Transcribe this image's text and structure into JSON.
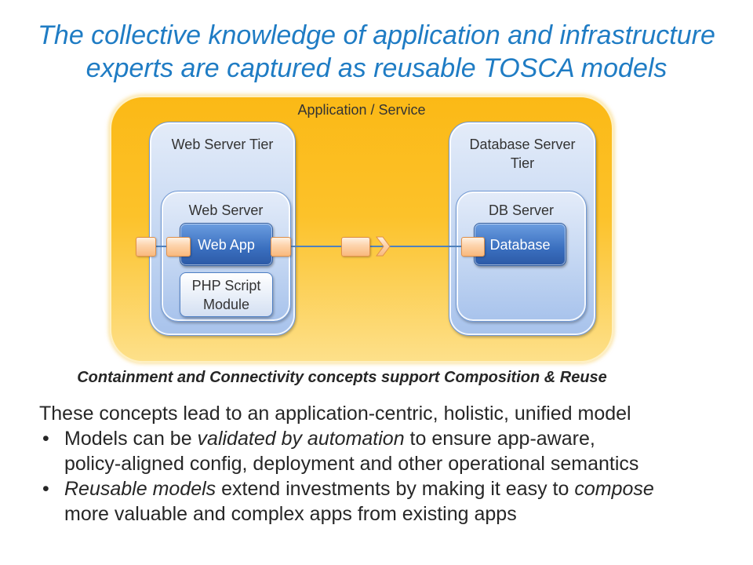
{
  "slide": {
    "title": [
      "The collective knowledge of application and infrastructure",
      "experts are captured as reusable TOSCA models"
    ],
    "caption": "Containment and Connectivity concepts support Composition & Reuse",
    "intro": "These concepts lead to an application-centric, holistic, unified model",
    "bullet_marker": "•",
    "bullets": [
      {
        "lines": [
          [
            "Models can be ",
            "validated by automation",
            " to ensure app-aware,"
          ],
          [
            "policy-aligned config, deployment and other operational semantics"
          ]
        ]
      },
      {
        "lines": [
          [
            "Reusable models",
            " extend investments by making it easy to ",
            "compose"
          ],
          [
            "more valuable and complex apps from existing apps"
          ]
        ]
      }
    ]
  },
  "diagram": {
    "application": {
      "label": "Application / Service"
    },
    "web_tier": {
      "label": "Web Server Tier",
      "server": {
        "label": "Web Server"
      },
      "app": {
        "label": "Web App"
      },
      "module": {
        "label": "PHP Script Module"
      }
    },
    "db_tier": {
      "label": "Database Server Tier",
      "server": {
        "label": "DB Server"
      },
      "database": {
        "label": "Database"
      }
    },
    "connector": {
      "arrow_icon": "chevron-right-icon"
    }
  },
  "theme": {
    "title_color": "#1f7cc4",
    "text_color": "#262626",
    "application_color": "#fcc22a",
    "tier_color": "#c3d6f2",
    "component_color": "#3a6fbf",
    "port_color": "#f9b97d",
    "connector_color": "#4f81bd"
  }
}
